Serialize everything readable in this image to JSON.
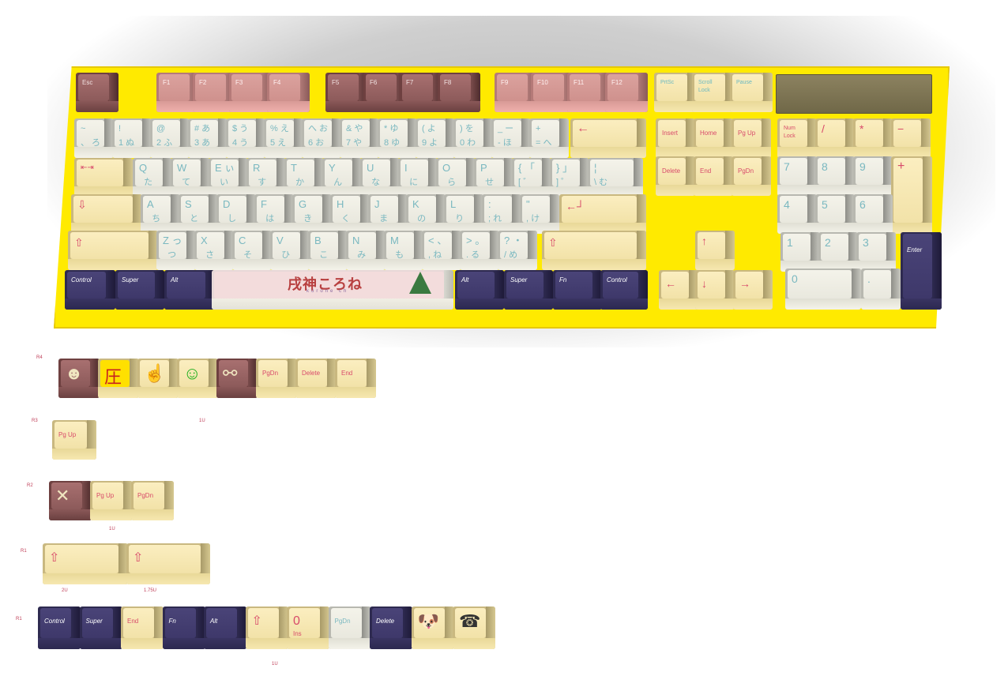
{
  "keyboard": {
    "case_color": "#ffea00",
    "function_row": [
      {
        "label": "Esc",
        "color": "brown"
      },
      {
        "label": "F1",
        "color": "pink"
      },
      {
        "label": "F2",
        "color": "pink"
      },
      {
        "label": "F3",
        "color": "pink"
      },
      {
        "label": "F4",
        "color": "pink"
      },
      {
        "label": "F5",
        "color": "brown"
      },
      {
        "label": "F6",
        "color": "brown"
      },
      {
        "label": "F7",
        "color": "brown"
      },
      {
        "label": "F8",
        "color": "brown"
      },
      {
        "label": "F9",
        "color": "pink"
      },
      {
        "label": "F10",
        "color": "pink"
      },
      {
        "label": "F11",
        "color": "pink"
      },
      {
        "label": "F12",
        "color": "pink"
      },
      {
        "label": "PrtSc",
        "color": "cream"
      },
      {
        "label": "Scroll\nLock",
        "color": "cream"
      },
      {
        "label": "Pause",
        "color": "cream"
      }
    ],
    "number_row": [
      {
        "top": "~   ",
        "bottom": "、 ろ"
      },
      {
        "top": "!",
        "bottom": "1 ぬ"
      },
      {
        "top": "@",
        "bottom": "2 ふ"
      },
      {
        "top": "# あ",
        "bottom": "3 あ"
      },
      {
        "top": "$ う",
        "bottom": "4 う"
      },
      {
        "top": "% え",
        "bottom": "5 え"
      },
      {
        "top": "へ お",
        "bottom": "6 お"
      },
      {
        "top": "& や",
        "bottom": "7 や"
      },
      {
        "top": "* ゆ",
        "bottom": "8 ゆ"
      },
      {
        "top": "( よ",
        "bottom": "9 よ"
      },
      {
        "top": ") を",
        "bottom": "0 わ"
      },
      {
        "top": "_ ー",
        "bottom": "- ほ"
      },
      {
        "top": "+",
        "bottom": "= へ"
      },
      {
        "top": "←",
        "bottom": ""
      }
    ],
    "q_row": [
      {
        "top": "⇤⇥",
        "bottom": ""
      },
      {
        "top": "Q",
        "bottom": "  た"
      },
      {
        "top": "W",
        "bottom": "  て"
      },
      {
        "top": "E ぃ",
        "bottom": "  い"
      },
      {
        "top": "R",
        "bottom": "  す"
      },
      {
        "top": "T",
        "bottom": "  か"
      },
      {
        "top": "Y",
        "bottom": "  ん"
      },
      {
        "top": "U",
        "bottom": "  な"
      },
      {
        "top": "I",
        "bottom": "  に"
      },
      {
        "top": "O",
        "bottom": "  ら"
      },
      {
        "top": "P",
        "bottom": "  せ"
      },
      {
        "top": "{ 「",
        "bottom": "[ ゛"
      },
      {
        "top": "} 」",
        "bottom": "] ゜"
      },
      {
        "top": "¦",
        "bottom": "\\ む"
      }
    ],
    "a_row": [
      {
        "top": "⇩",
        "bottom": ""
      },
      {
        "top": "A",
        "bottom": "  ち"
      },
      {
        "top": "S",
        "bottom": "  と"
      },
      {
        "top": "D",
        "bottom": "  し"
      },
      {
        "top": "F",
        "bottom": "  は"
      },
      {
        "top": "G",
        "bottom": "  き"
      },
      {
        "top": "H",
        "bottom": "  く"
      },
      {
        "top": "J",
        "bottom": "  ま"
      },
      {
        "top": "K",
        "bottom": "  の"
      },
      {
        "top": "L",
        "bottom": "  り"
      },
      {
        "top": ":",
        "bottom": "; れ"
      },
      {
        "top": "\"",
        "bottom": ", け"
      },
      {
        "top": "←┘",
        "bottom": ""
      }
    ],
    "z_row": [
      {
        "top": "⇧",
        "bottom": ""
      },
      {
        "top": "Z っ",
        "bottom": "  つ"
      },
      {
        "top": "X",
        "bottom": "  さ"
      },
      {
        "top": "C",
        "bottom": "  そ"
      },
      {
        "top": "V",
        "bottom": "  ひ"
      },
      {
        "top": "B",
        "bottom": "  こ"
      },
      {
        "top": "N",
        "bottom": "  み"
      },
      {
        "top": "M",
        "bottom": "  も"
      },
      {
        "top": "< 、",
        "bottom": ", ね"
      },
      {
        "top": "> 。",
        "bottom": ". る"
      },
      {
        "top": "? ・",
        "bottom": "/ め"
      },
      {
        "top": "⇧",
        "bottom": ""
      }
    ],
    "bottom_row": [
      {
        "label": "Control"
      },
      {
        "label": "Super"
      },
      {
        "label": "Alt"
      },
      {
        "label": "space"
      },
      {
        "label": "Alt"
      },
      {
        "label": "Super"
      },
      {
        "label": "Fn"
      },
      {
        "label": "Control"
      }
    ],
    "spacebar_art": {
      "title": "戌神ころね",
      "subtitle": "korone ch"
    },
    "nav_cluster": [
      {
        "label": "Insert"
      },
      {
        "label": "Home"
      },
      {
        "label": "Pg Up"
      },
      {
        "label": "Delete"
      },
      {
        "label": "End"
      },
      {
        "label": "PgDn"
      }
    ],
    "arrows": {
      "up": "↑",
      "left": "←",
      "down": "↓",
      "right": "→"
    },
    "numpad": {
      "row1": [
        {
          "label": "Num\nLock"
        },
        {
          "label": "/"
        },
        {
          "label": "*"
        },
        {
          "label": "−"
        }
      ],
      "row2": [
        {
          "label": "7"
        },
        {
          "label": "8"
        },
        {
          "label": "9"
        },
        {
          "label": "+"
        }
      ],
      "row3": [
        {
          "label": "4"
        },
        {
          "label": "5"
        },
        {
          "label": "6"
        }
      ],
      "row4": [
        {
          "label": "1"
        },
        {
          "label": "2"
        },
        {
          "label": "3"
        },
        {
          "label": "Enter"
        }
      ],
      "row5": [
        {
          "label": "0"
        },
        {
          "label": "."
        }
      ]
    }
  },
  "extras": {
    "r4": {
      "row_label": "R4",
      "size_label": "1U",
      "keys": [
        {
          "icon": "face-icon",
          "glyph": "☻",
          "color": "brown"
        },
        {
          "icon": "kanji-icon",
          "glyph": "圧",
          "color": "yellow"
        },
        {
          "icon": "finger-icon",
          "glyph": "☝",
          "color": "cream"
        },
        {
          "icon": "pepper-icon",
          "glyph": "☺",
          "color": "cream"
        },
        {
          "icon": "bone-icon",
          "glyph": "⚯",
          "color": "brown"
        },
        {
          "label": "PgDn",
          "color": "cream"
        },
        {
          "label": "Delete",
          "color": "cream"
        },
        {
          "label": "End",
          "color": "cream"
        }
      ]
    },
    "r3": {
      "row_label": "R3",
      "keys": [
        {
          "label": "Pg Up",
          "color": "cream"
        }
      ]
    },
    "r2": {
      "row_label": "R2",
      "size_label": "1U",
      "keys": [
        {
          "icon": "crossbones-icon",
          "glyph": "✕",
          "color": "brown"
        },
        {
          "label": "Pg Up",
          "color": "cream"
        },
        {
          "label": "PgDn",
          "color": "cream"
        }
      ]
    },
    "r1_shift": {
      "row_label": "R1",
      "keys": [
        {
          "label": "⇧",
          "size": "2U"
        },
        {
          "label": "⇧",
          "size": "1.75U"
        }
      ]
    },
    "r1_mods": {
      "row_label": "R1",
      "size_label": "1U",
      "keys": [
        {
          "label": "Control",
          "color": "navy"
        },
        {
          "label": "Super",
          "color": "navy"
        },
        {
          "label": "End",
          "color": "cream"
        },
        {
          "label": "Fn",
          "color": "navy"
        },
        {
          "label": "Alt",
          "color": "navy"
        },
        {
          "label": "⇧",
          "color": "cream"
        },
        {
          "label": "0",
          "sub": "Ins",
          "color": "cream"
        },
        {
          "label": "PgDn",
          "color": "white"
        },
        {
          "label": "Delete",
          "color": "navy"
        },
        {
          "icon": "dog-icon",
          "glyph": "🐶",
          "color": "cream"
        },
        {
          "icon": "phone-icon",
          "glyph": "☎",
          "color": "cream"
        }
      ]
    }
  }
}
